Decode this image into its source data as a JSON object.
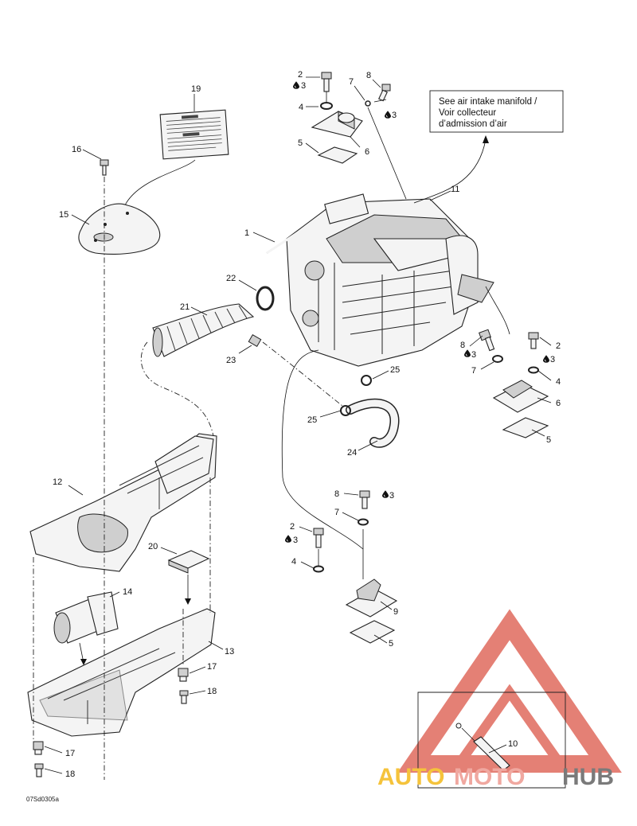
{
  "diagram_id": "07Sd0305a",
  "note_text": [
    "See air intake manifold /",
    "Voir collecteur",
    "d’admission d’air"
  ],
  "watermark": {
    "auto": "AUTO",
    "moto": "MOTO",
    "hub": "HUB",
    "colors": {
      "auto": "#f5c33b",
      "moto": "#f0a8a0",
      "hub": "#7a7a7a",
      "triangle": "#e06a5e"
    }
  },
  "callouts": [
    {
      "id": "c19a",
      "text": "19"
    },
    {
      "id": "c16a",
      "text": "16"
    },
    {
      "id": "c15a",
      "text": "15"
    },
    {
      "id": "c1a",
      "text": "1"
    },
    {
      "id": "c22a",
      "text": "22"
    },
    {
      "id": "c21a",
      "text": "21"
    },
    {
      "id": "c23a",
      "text": "23"
    },
    {
      "id": "c25a",
      "text": "25"
    },
    {
      "id": "c25b",
      "text": "25"
    },
    {
      "id": "c24a",
      "text": "24"
    },
    {
      "id": "c11a",
      "text": "11"
    },
    {
      "id": "c2a",
      "text": "2"
    },
    {
      "id": "c3a",
      "text": "3"
    },
    {
      "id": "c4a",
      "text": "4"
    },
    {
      "id": "c5a",
      "text": "5"
    },
    {
      "id": "c6a",
      "text": "6"
    },
    {
      "id": "c7a",
      "text": "7"
    },
    {
      "id": "c8a",
      "text": "8"
    },
    {
      "id": "c3b",
      "text": "3"
    },
    {
      "id": "c8b",
      "text": "8"
    },
    {
      "id": "c3c",
      "text": "3"
    },
    {
      "id": "c7b",
      "text": "7"
    },
    {
      "id": "c2b",
      "text": "2"
    },
    {
      "id": "c3d",
      "text": "3"
    },
    {
      "id": "c4b",
      "text": "4"
    },
    {
      "id": "c6b",
      "text": "6"
    },
    {
      "id": "c5b",
      "text": "5"
    },
    {
      "id": "c12a",
      "text": "12"
    },
    {
      "id": "c20a",
      "text": "20"
    },
    {
      "id": "c14a",
      "text": "14"
    },
    {
      "id": "c13a",
      "text": "13"
    },
    {
      "id": "c17a",
      "text": "17"
    },
    {
      "id": "c18a",
      "text": "18"
    },
    {
      "id": "c17b",
      "text": "17"
    },
    {
      "id": "c18b",
      "text": "18"
    },
    {
      "id": "c8c",
      "text": "8"
    },
    {
      "id": "c3e",
      "text": "3"
    },
    {
      "id": "c7c",
      "text": "7"
    },
    {
      "id": "c2c",
      "text": "2"
    },
    {
      "id": "c3f",
      "text": "3"
    },
    {
      "id": "c4c",
      "text": "4"
    },
    {
      "id": "c9a",
      "text": "9"
    },
    {
      "id": "c5c",
      "text": "5"
    },
    {
      "id": "c10a",
      "text": "10"
    }
  ]
}
